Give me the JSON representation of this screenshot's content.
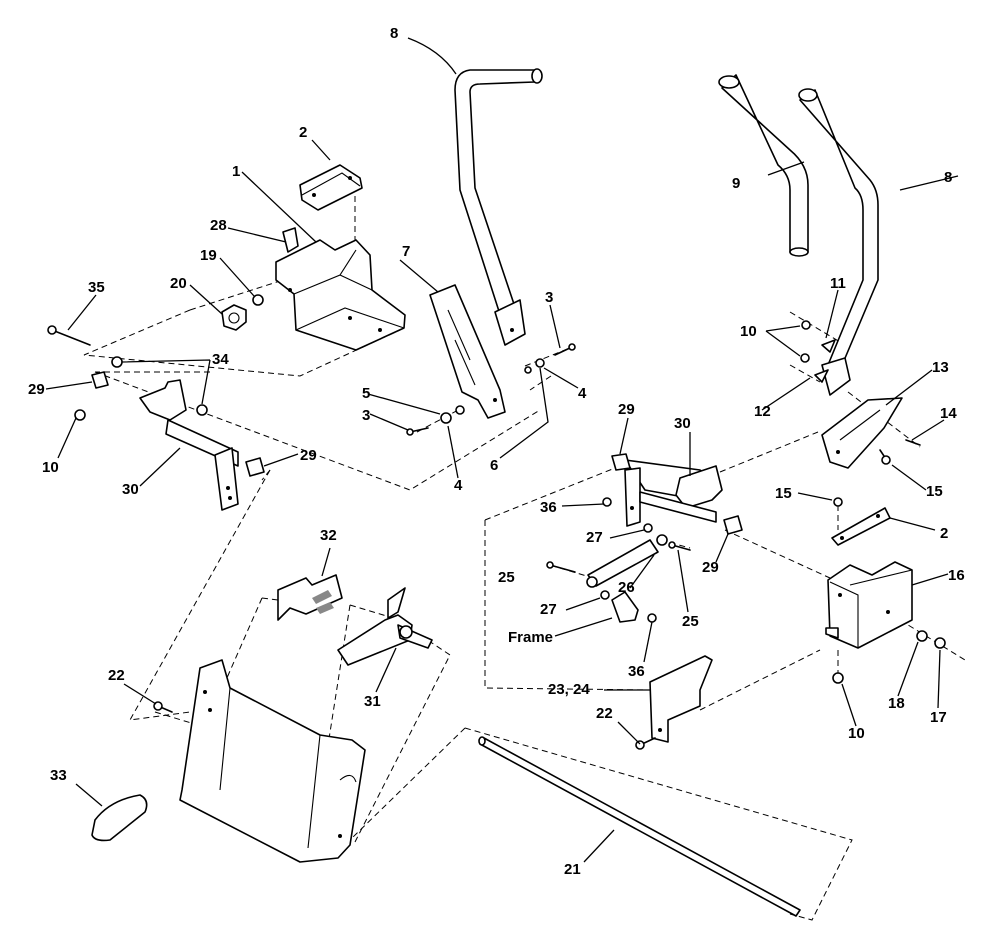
{
  "diagram": {
    "labels": {
      "l1": "1",
      "l2a": "2",
      "l2b": "2",
      "l3a": "3",
      "l3b": "3",
      "l4a": "4",
      "l4b": "4",
      "l5": "5",
      "l6": "6",
      "l7": "7",
      "l8a": "8",
      "l8b": "8",
      "l9": "9",
      "l10a": "10",
      "l10b": "10",
      "l10c": "10",
      "l11": "11",
      "l12": "12",
      "l13": "13",
      "l14": "14",
      "l15a": "15",
      "l15b": "15",
      "l16": "16",
      "l17": "17",
      "l18": "18",
      "l19": "19",
      "l20": "20",
      "l21": "21",
      "l22a": "22",
      "l22b": "22",
      "l2324": "23, 24",
      "l25a": "25",
      "l25b": "25",
      "l26": "26",
      "l27a": "27",
      "l27b": "27",
      "l28": "28",
      "l29a": "29",
      "l29b": "29",
      "l29c": "29",
      "l29d": "29",
      "l30a": "30",
      "l30b": "30",
      "l31": "31",
      "l32": "32",
      "l33": "33",
      "l34": "34",
      "l35": "35",
      "l36a": "36",
      "l36b": "36",
      "frame": "Frame"
    }
  }
}
